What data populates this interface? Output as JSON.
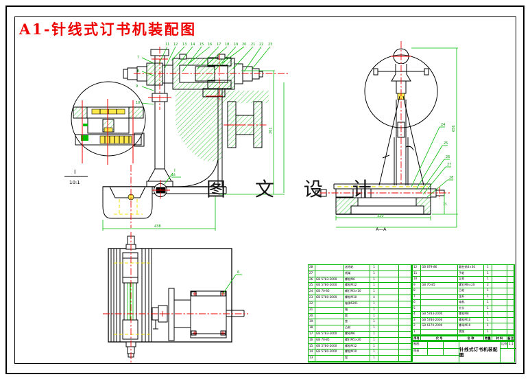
{
  "page": {
    "title": "A1-针线式订书机装配图",
    "watermark": "图 文 设 计"
  },
  "labels": {
    "detail_mark": "I",
    "detail_scale": "10:1",
    "detail_source": "I",
    "section": "A—A"
  },
  "dims": {
    "base_width": "438",
    "main_height": "261",
    "rv_width": "320",
    "rv_height": "656",
    "rv_base_height": "75",
    "detail_gap": "18"
  },
  "callouts": {
    "top": [
      "11",
      "12",
      "13",
      "14",
      "15",
      "16",
      "17",
      "18",
      "19",
      "20",
      "21",
      "22",
      "23"
    ],
    "left": [
      "7",
      "8",
      "9",
      "10"
    ],
    "right": [
      "24",
      "25",
      "26",
      "27",
      "28"
    ],
    "bottom_view": [
      "6"
    ]
  },
  "bom": {
    "header": [
      "序号",
      "代  号",
      "名  称",
      "数量",
      "材 料",
      "备注"
    ],
    "title": "针线式订书机装配图",
    "title_block": {
      "design_label": "制图",
      "check_label": "审核",
      "scale_label": "比例",
      "scale_value": "1:1"
    },
    "left_rows": [
      {
        "no": "28",
        "code": "",
        "name": "送线轮",
        "qty": "1",
        "material": "",
        "note": ""
      },
      {
        "no": "27",
        "code": "",
        "name": "线架",
        "qty": "1",
        "material": "",
        "note": ""
      },
      {
        "no": "26",
        "code": "GB 5783-2000",
        "name": "螺栓M6",
        "qty": "1",
        "material": "",
        "note": ""
      },
      {
        "no": "25",
        "code": "GB 5780-2000",
        "name": "螺栓M12",
        "qty": "1",
        "material": "",
        "note": ""
      },
      {
        "no": "24",
        "code": "GB 70-85",
        "name": "螺钉M3×10",
        "qty": "1",
        "material": "",
        "note": ""
      },
      {
        "no": "23",
        "code": "GB 5780-2000",
        "name": "螺栓M10",
        "qty": "4",
        "material": "",
        "note": ""
      },
      {
        "no": "22",
        "code": "",
        "name": "轴承6201",
        "qty": "1",
        "material": "",
        "note": ""
      },
      {
        "no": "21",
        "code": "",
        "name": "轴",
        "qty": "1",
        "material": "",
        "note": ""
      },
      {
        "no": "20",
        "code": "",
        "name": "套",
        "qty": "1",
        "material": "",
        "note": ""
      },
      {
        "no": "19",
        "code": "",
        "name": "垫",
        "qty": "1",
        "material": "",
        "note": ""
      },
      {
        "no": "18",
        "code": "",
        "name": "凸轮",
        "qty": "1",
        "material": "",
        "note": ""
      },
      {
        "no": "17",
        "code": "GB 5783-2000",
        "name": "螺母M6",
        "qty": "1",
        "material": "",
        "note": ""
      },
      {
        "no": "16",
        "code": "GB 70-85",
        "name": "螺钉M5×20",
        "qty": "1",
        "material": "",
        "note": ""
      },
      {
        "no": "15",
        "code": "GB 5780-2000",
        "name": "螺栓M12",
        "qty": "1",
        "material": "",
        "note": ""
      },
      {
        "no": "14",
        "code": "GB 5780-2000",
        "name": "螺栓M10",
        "qty": "1",
        "material": "",
        "note": ""
      },
      {
        "no": "13",
        "code": "",
        "name": "架",
        "qty": "1",
        "material": "",
        "note": ""
      }
    ],
    "right_rows": [
      {
        "no": "12",
        "code": "GB 879-86",
        "name": "圆柱销4×30",
        "qty": "1",
        "material": "",
        "note": ""
      },
      {
        "no": "11",
        "code": "",
        "name": "手轮",
        "qty": "1",
        "material": "",
        "note": ""
      },
      {
        "no": "10",
        "code": "",
        "name": "立柱",
        "qty": "1",
        "material": "",
        "note": ""
      },
      {
        "no": "9",
        "code": "GB 70-85",
        "name": "螺钉M6×20",
        "qty": "2",
        "material": "",
        "note": ""
      },
      {
        "no": "8",
        "code": "",
        "name": "凸轮",
        "qty": "1",
        "material": "",
        "note": ""
      },
      {
        "no": "7",
        "code": "",
        "name": "连杆",
        "qty": "1",
        "material": "",
        "note": ""
      },
      {
        "no": "6",
        "code": "",
        "name": "电机",
        "qty": "1",
        "material": "",
        "note": ""
      },
      {
        "no": "5",
        "code": "",
        "name": "针头",
        "qty": "1",
        "material": "",
        "note": ""
      },
      {
        "no": "4",
        "code": "GB 5783-2000",
        "name": "螺栓M8",
        "qty": "1",
        "material": "",
        "note": ""
      },
      {
        "no": "3",
        "code": "GB 5780-2000",
        "name": "螺栓M10",
        "qty": "1",
        "material": "",
        "note": ""
      },
      {
        "no": "2",
        "code": "GB 6170-2000",
        "name": "螺母M10",
        "qty": "1",
        "material": "",
        "note": ""
      },
      {
        "no": "1",
        "code": "",
        "name": "底座",
        "qty": "1",
        "material": "",
        "note": ""
      }
    ]
  }
}
